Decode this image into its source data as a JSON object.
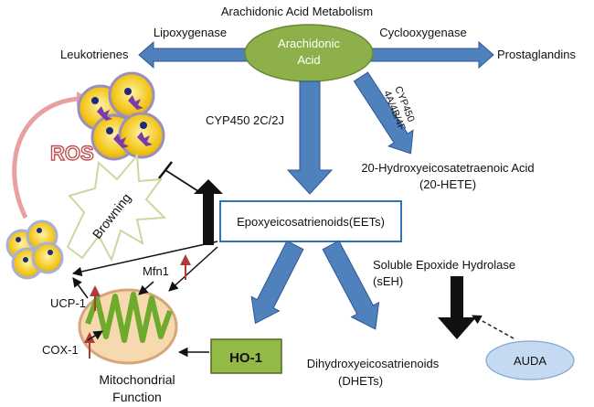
{
  "title": "Arachidonic Acid Metabolism",
  "nodes": {
    "arachidonic_acid": [
      "Arachidonic",
      "Acid"
    ],
    "leukotrienes": "Leukotrienes",
    "prostaglandins": "Prostaglandins",
    "hete": [
      "20-Hydroxyeicosatetraenoic Acid",
      "(20-HETE)"
    ],
    "eets": "Epoxyeicosatrienoids(EETs)",
    "ho1": "HO-1",
    "dhets": [
      "Dihydroxyeicosatrienoids",
      "(DHETs)"
    ],
    "auda": "AUDA",
    "ros": "ROS",
    "browning": "Browning",
    "mito_function": [
      "Mitochondrial",
      "Function"
    ],
    "ucp1": "UCP-1",
    "cox1": "COX-1",
    "mfn1": "Mfn1"
  },
  "edges": {
    "lipoxygenase": "Lipoxygenase",
    "cyclooxygenase": "Cyclooxygenase",
    "cyp450_2c2j": "CYP450 2C/2J",
    "cyp450_4a": [
      "CYP450",
      "4A/4B/4F"
    ],
    "seh": [
      "Soluble Epoxide Hydrolase",
      "(sEH)"
    ]
  },
  "colors": {
    "arrow_blue": "#4f81bd",
    "arrow_blue_dark": "#2f5597",
    "node_green": "#8db04a",
    "ho1_green": "#93b946",
    "ros_red": "#c0504d",
    "up_arrow_red": "#b03a3a",
    "auda_blue": "#c5d9f1",
    "eets_border": "#2e75b6",
    "mito_green": "#6eaa2c",
    "mito_fill": "#f7d9b0"
  }
}
